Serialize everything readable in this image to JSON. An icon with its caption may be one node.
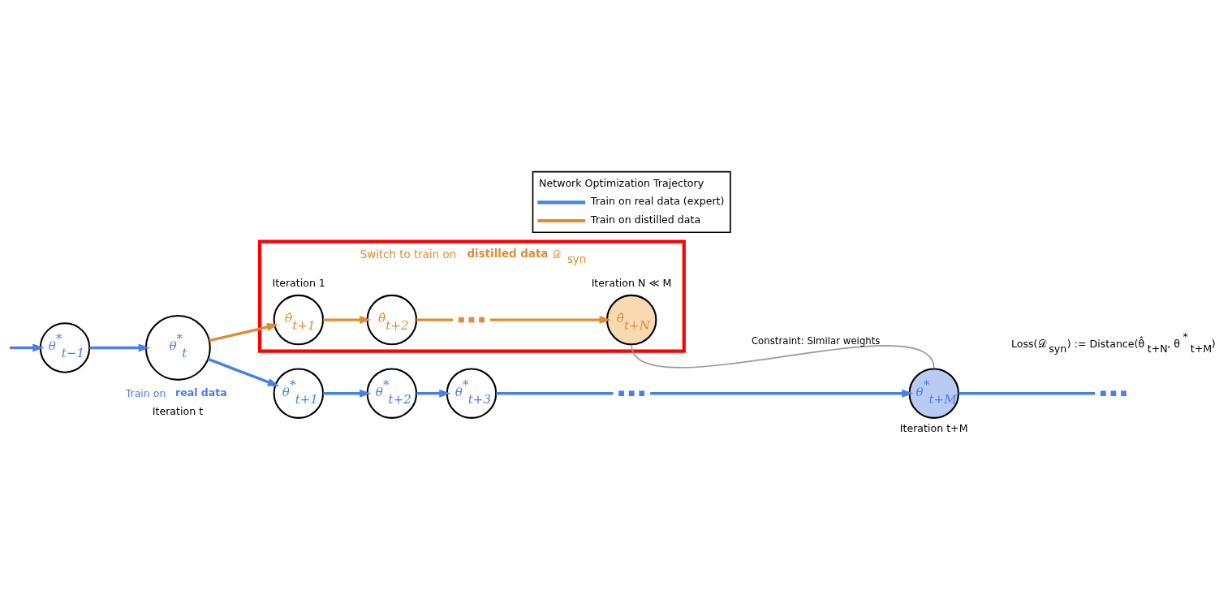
{
  "diagram": {
    "nodes": [
      {
        "text": [
          "θ$^{*}$$_{t−1}$"
        ]
      },
      {
        "text": [
          "θ$^{*}$$_{t}$"
        ],
        "beside": [
          "Train on **real data**",
          "Iteration t"
        ]
      },
      {
        "text": [
          "Switch to train on **distilled data** 𝒟$_{syn}$"
        ]
      },
      {
        "text": [
          "θ̂$_{t+1}$"
        ],
        "in": 2,
        "beside": [
          "Iteration 1"
        ]
      },
      {
        "text": [
          "θ̂$_{t+2}$"
        ],
        "in": 2
      },
      {
        "text": [],
        "shape": "dots",
        "in": 2
      },
      {
        "text": [
          "θ̂$_{t+N}$"
        ],
        "in": 2,
        "beside": [
          "Iteration N ≪ M"
        ]
      },
      {
        "text": [
          "θ$^{*}$$_{t+1}$"
        ]
      },
      {
        "text": [
          "θ$^{*}$$_{t+2}$"
        ]
      },
      {
        "text": [
          "θ$^{*}$$_{t+3}$"
        ]
      },
      {
        "text": [],
        "shape": "dots"
      },
      {
        "text": [
          "θ$^{*}$$_{t+M}$"
        ],
        "beside": [
          "Iteration t+M"
        ]
      },
      {
        "text": [],
        "shape": "dots"
      }
    ],
    "edges": [
      {
        "from": null,
        "to": 0,
        "arrow": "to"
      },
      {
        "from": 0,
        "to": 1,
        "arrow": "to"
      },
      {
        "from": 1,
        "to": 3,
        "arrow": "to",
        "color": "#e08c34"
      },
      {
        "from": 3,
        "to": 4,
        "arrow": "to",
        "color": "#e08c34"
      },
      {
        "from": 4,
        "to": 5,
        "arrow": "none",
        "color": "#e08c34"
      },
      {
        "from": 5,
        "to": 6,
        "arrow": "to",
        "color": "#e08c34"
      },
      {
        "from": 1,
        "to": 7,
        "arrow": "to"
      },
      {
        "from": 7,
        "to": 8,
        "arrow": "to"
      },
      {
        "from": 8,
        "to": 9,
        "arrow": "to"
      },
      {
        "from": 9,
        "to": 10,
        "arrow": "none"
      },
      {
        "from": 10,
        "to": 11,
        "arrow": "to"
      },
      {
        "from": 11,
        "to": 12,
        "arrow": "none"
      },
      {
        "from": 6,
        "to": 11,
        "arrow": "none",
        "color": "#999999",
        "label": "Constraint: Similar weights"
      }
    ],
    "labels": [
      "Network Optimization Trajectory",
      "Loss(𝒟$_{syn}$) := Distance(θ̂$_{t+N}$, θ$^{*}$$_{t+M}$)"
    ],
    "legend": [
      {
        "text": "Train on real data (expert)",
        "color": "#4a7fe6"
      },
      {
        "text": "Train on distilled data",
        "color": "#e08c34"
      }
    ]
  }
}
